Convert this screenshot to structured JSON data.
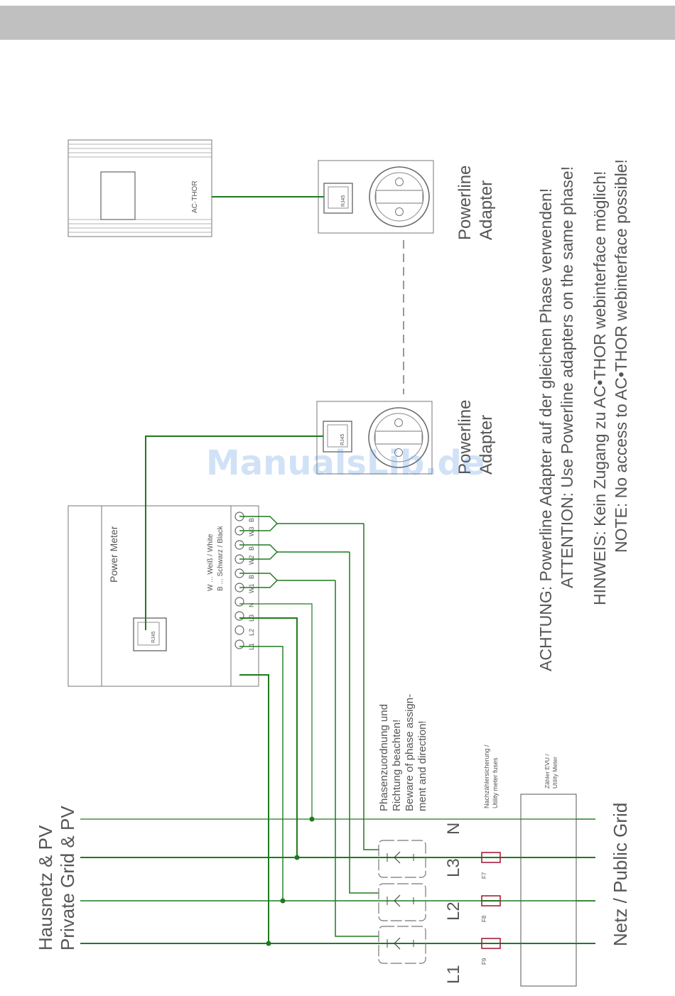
{
  "colors": {
    "wire": "#1f7a1f",
    "outline": "#777777",
    "text": "#555555",
    "fuse": "#a01030",
    "header": "#c0c0c0"
  },
  "ac_thor": {
    "label": "AC·THOR"
  },
  "powerline_adapter_1": {
    "port_label": "RJ45",
    "label_line1": "Powerline",
    "label_line2": "Adapter"
  },
  "powerline_adapter_2": {
    "port_label": "RJ45",
    "label_line1": "Powerline",
    "label_line2": "Adapter"
  },
  "power_meter": {
    "title": "Power Meter",
    "port_label": "RJ45",
    "legend_white": "W ... Weiß / White",
    "legend_black": "B ... Schwarz / Black",
    "terminals": [
      "L1",
      "L2",
      "L3",
      "N",
      "W1",
      "B",
      "W2",
      "B",
      "W3",
      "B"
    ]
  },
  "phase_note": {
    "lines": [
      "Phasenzuordnung und",
      "Richtung beachten!",
      "Beware of phase assign-",
      "ment and direction!"
    ]
  },
  "fuse_note": {
    "line1": "Nachzählersicherung /",
    "line2": "Utility meter fuses"
  },
  "utility_meter": {
    "line1": "Zähler EVU /",
    "line2": "Utility Meter"
  },
  "grid_labels": {
    "private_line1": "Hausnetz & PV",
    "private_line2": "Private Grid & PV",
    "public": "Netz / Public Grid"
  },
  "phases": [
    "L1",
    "L2",
    "L3",
    "N"
  ],
  "fuses": [
    "F9",
    "F8",
    "F7"
  ],
  "notes": {
    "achtung": "ACHTUNG: Powerline Adapter auf der gleichen Phase verwenden!",
    "attention": "ATTENTION: Use Powerline adapters on the same phase!",
    "hinweis": "HINWEIS: Kein Zugang zu AC•THOR webinterface möglich!",
    "note": "NOTE: No access to AC•THOR webinterface possible!"
  },
  "watermark": "ManualsLib.de"
}
